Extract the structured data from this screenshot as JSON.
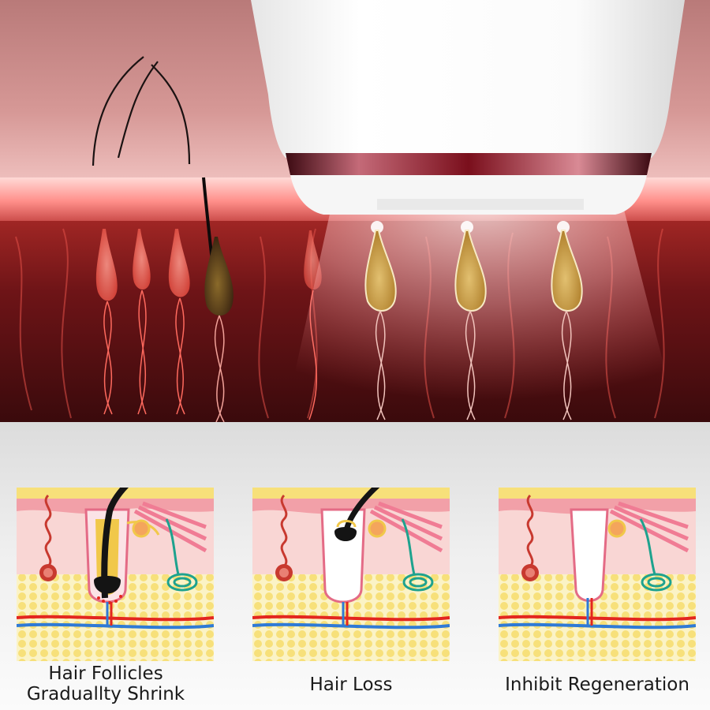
{
  "stages": [
    {
      "caption_lines": [
        "Hair Follicles",
        "Graduallty Shrink"
      ]
    },
    {
      "caption_lines": [
        "Hair Loss"
      ]
    },
    {
      "caption_lines": [
        "Inhibit Regeneration"
      ]
    }
  ],
  "colors": {
    "skin_top": "#c98080",
    "skin_glow": "#ff4a4a",
    "tissue_dark": "#3a0a0c",
    "device_white": "#f4f4f4",
    "device_ring": "#7a0f1c",
    "diagram_skin": "#f2a0a8",
    "diagram_dermis": "#f9d6d4",
    "fat_yellow": "#f7e07a",
    "vessel_red": "#e3261f",
    "vessel_blue": "#2f7ad6",
    "gland_teal": "#1ea28e",
    "follicle_yellow": "#f1c84a",
    "hair_black": "#141414"
  },
  "icons": [
    "ipl-device-icon",
    "hair-follicle-icon",
    "sweat-gland-icon",
    "sebaceous-gland-icon",
    "blood-vessel-icon"
  ]
}
